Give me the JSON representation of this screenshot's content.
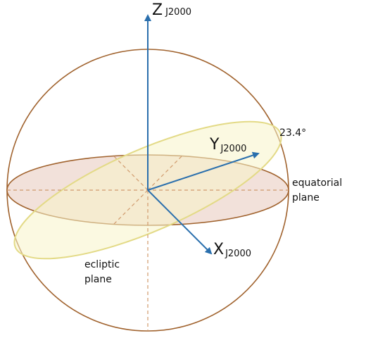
{
  "axes": {
    "z": {
      "letter": "Z",
      "subscript": "J2000"
    },
    "y": {
      "letter": "Y",
      "subscript": "J2000"
    },
    "x": {
      "letter": "X",
      "subscript": "J2000"
    }
  },
  "angle_label": "23.4°",
  "equatorial_plane": {
    "line1": "equatorial",
    "line2": "plane"
  },
  "ecliptic_plane": {
    "line1": "ecliptic",
    "line2": "plane"
  },
  "colors": {
    "sphere": "#a0622d",
    "axis_arrow": "#2a6fad",
    "equatorial_fill": "#f0dcd3",
    "ecliptic_fill": "#f7f4c8",
    "ecliptic_stroke": "#e3da86",
    "dashed": "#d09a6c"
  }
}
